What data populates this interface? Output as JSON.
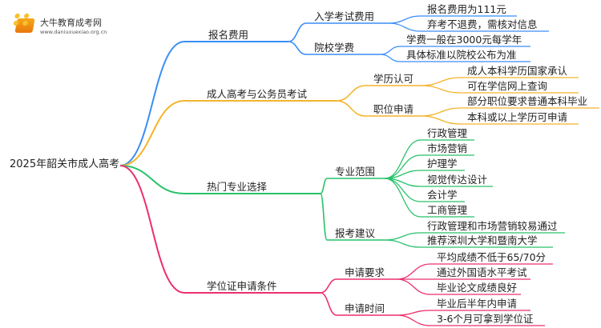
{
  "logo": {
    "name": "大牛教育成考网",
    "url_text": "www.daniuxuexiao.org.cn"
  },
  "root": "2025年韶关市成人高考",
  "branches": [
    {
      "label": "报名费用",
      "color": "#3a8ef6",
      "children": [
        {
          "label": "入学考试费用",
          "children": [
            "报名费用为111元",
            "弃考不退费，需核对信息"
          ]
        },
        {
          "label": "院校学费",
          "children": [
            "学费一般在3000元每学年",
            "具体标准以院校公布为准"
          ]
        }
      ]
    },
    {
      "label": "成人高考与公务员考试",
      "color": "#f4b42c",
      "children": [
        {
          "label": "学历认可",
          "children": [
            "成人本科学历国家承认",
            "可在学信网上查询"
          ]
        },
        {
          "label": "职位申请",
          "children": [
            "部分职位要求普通本科毕业",
            "本科或以上学历可申请"
          ]
        }
      ]
    },
    {
      "label": "热门专业选择",
      "color": "#27c26a",
      "children": [
        {
          "label": "专业范围",
          "children": [
            "行政管理",
            "市场营销",
            "护理学",
            "视觉传达设计",
            "会计学",
            "工商管理"
          ]
        },
        {
          "label": "报考建议",
          "children": [
            "行政管理和市场营销较易通过",
            "推荐深圳大学和暨南大学"
          ]
        }
      ]
    },
    {
      "label": "学位证申请条件",
      "color": "#ec2f6b",
      "children": [
        {
          "label": "申请要求",
          "children": [
            "平均成绩不低于65/70分",
            "通过外国语水平考试",
            "毕业论文成绩良好"
          ]
        },
        {
          "label": "申请时间",
          "children": [
            "毕业后半年内申请",
            "3-6个月可拿到学位证"
          ]
        }
      ]
    }
  ]
}
